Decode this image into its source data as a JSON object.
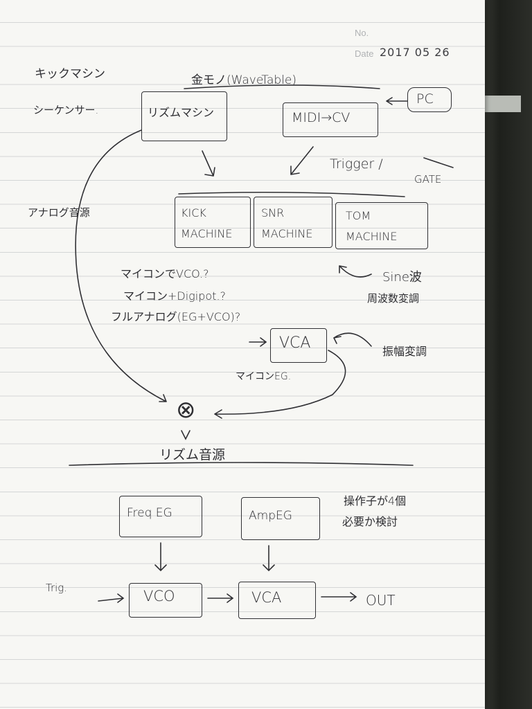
{
  "header": {
    "no_label": "No.",
    "date_label": "Date",
    "date_value": "2017 05 26"
  },
  "top": {
    "title": "キックマシン",
    "wavetable_note": "金モノ(WaveTable)",
    "sequencer_label": "シーケンサー.",
    "rhythm_machine_box": "リズムマシン",
    "midi_cv_box": "MIDI→CV",
    "pc_box": "PC",
    "trigger_label": "Trigger /",
    "gate_label": "GATE",
    "analog_source_label": "アナログ音源",
    "kick_box": "KICK MACHINE",
    "snr_box": "SNR MACHINE",
    "tom_box": "TOM MACHINE",
    "sine_note": "Sine波",
    "freq_mod_note": "周波数変調",
    "option1": "マイコンでVCO.?",
    "option2": "マイコン+Digipot.?",
    "option3": "フルアナログ(EG+VCO)?",
    "vca_box": "VCA",
    "amp_mod_note": "振幅変調",
    "mcu_eg_note": "マイコンEG.",
    "multiply_symbol": "⊗",
    "rhythm_source_label": "リズム音源"
  },
  "bottom": {
    "freq_eg_box": "Freq EG",
    "amp_eg_box": "AmpEG",
    "operator_note_1": "操作子が4個",
    "operator_note_2": "必要か検討",
    "trig_label": "Trig.",
    "vco_box": "VCO",
    "vca_box": "VCA",
    "out_label": "OUT"
  },
  "colors": {
    "paper": "#f7f7f4",
    "ink": "#2f2f33",
    "rule_line": "#d4d6d6",
    "background": "#2a2b27"
  }
}
